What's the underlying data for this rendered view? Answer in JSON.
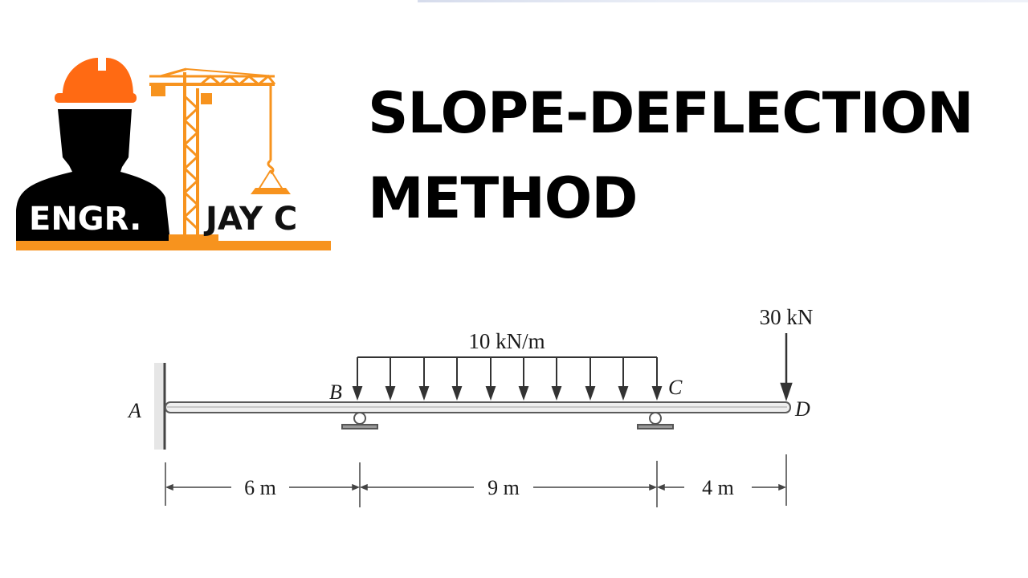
{
  "title": {
    "line1": "SLOPE-DEFLECTION",
    "line2": "METHOD"
  },
  "logo": {
    "left_text": "ENGR.",
    "right_text": "JAY C",
    "colors": {
      "helmet": "#ff6a13",
      "crane": "#f7931e",
      "bar": "#f7931e",
      "silhouette": "#000000"
    }
  },
  "diagram": {
    "distributed_load": "10 kN/m",
    "point_load": "30 kN",
    "points": {
      "A": "A",
      "B": "B",
      "C": "C",
      "D": "D"
    },
    "supports": {
      "A": "fixed",
      "B": "roller",
      "C": "roller",
      "D": "free"
    },
    "spans": [
      {
        "label": "6 m",
        "from": "A",
        "to": "B"
      },
      {
        "label": "9 m",
        "from": "B",
        "to": "C"
      },
      {
        "label": "4 m",
        "from": "C",
        "to": "D"
      }
    ]
  }
}
